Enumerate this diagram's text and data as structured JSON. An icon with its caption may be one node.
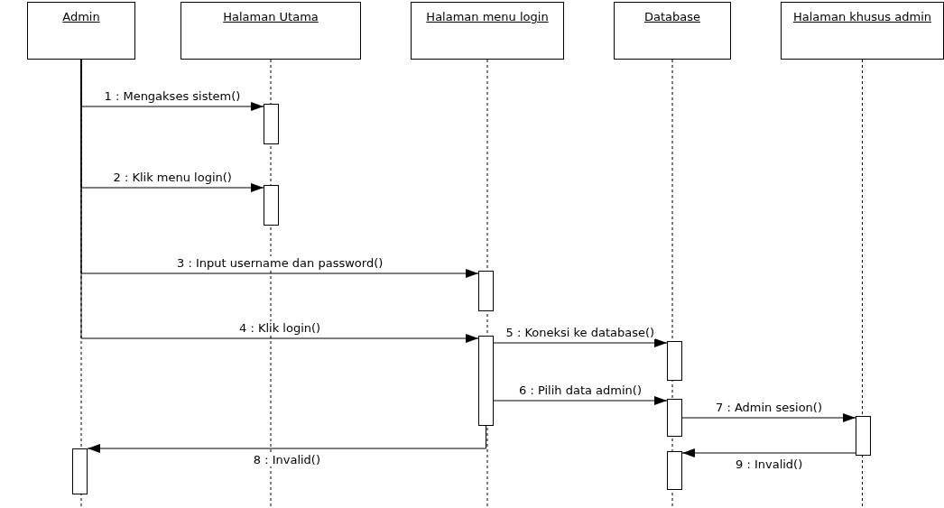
{
  "diagram": {
    "nodes": [
      {
        "text": [
          "Admin"
        ]
      },
      {
        "text": [
          "Halaman Utama"
        ]
      },
      {
        "text": [
          "Halaman menu login"
        ]
      },
      {
        "text": [
          "Database"
        ]
      },
      {
        "text": [
          "Halaman khusus admin"
        ]
      },
      {
        "text": [],
        "shape": "bar"
      },
      {
        "text": [],
        "shape": "bar"
      },
      {
        "text": [],
        "shape": "bar"
      },
      {
        "text": [],
        "shape": "bar"
      },
      {
        "text": [],
        "shape": "bar"
      },
      {
        "text": [],
        "shape": "bar"
      },
      {
        "text": [],
        "shape": "bar"
      },
      {
        "text": [],
        "shape": "bar"
      },
      {
        "text": [],
        "shape": "bar"
      }
    ],
    "edges": [
      {
        "from": 0,
        "to": 5,
        "arrow": "to",
        "label": "1 : Mengakses sistem()"
      },
      {
        "from": 0,
        "to": 6,
        "arrow": "to",
        "label": "2 : Klik menu login()"
      },
      {
        "from": 0,
        "to": 7,
        "arrow": "to",
        "label": "3 : Input username dan password()"
      },
      {
        "from": 0,
        "to": 8,
        "arrow": "to",
        "label": "4 : Klik login()"
      },
      {
        "from": 8,
        "to": 9,
        "arrow": "to",
        "label": "5 : Koneksi ke database()"
      },
      {
        "from": 8,
        "to": 10,
        "arrow": "to",
        "label": "6 : Pilih data admin()"
      },
      {
        "from": 10,
        "to": 11,
        "arrow": "to",
        "label": "7 : Admin sesion()"
      },
      {
        "from": 8,
        "to": 12,
        "arrow": "to",
        "label": "8 : Invalid()"
      },
      {
        "from": 11,
        "to": 13,
        "arrow": "to",
        "label": "9 : Invalid()"
      }
    ]
  }
}
